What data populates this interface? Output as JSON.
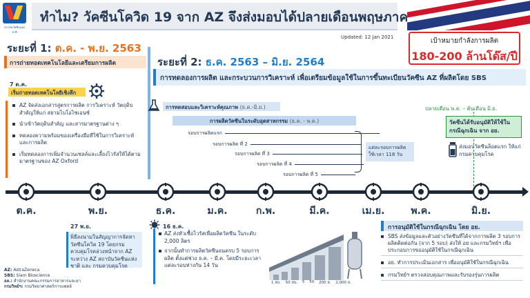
{
  "header": {
    "title_q": "ทำไม?",
    "title_rest": "วัคซีนโควิด 19 จาก AZ จึงส่งมอบได้ปลายเดือนพฤษภาคม 2564",
    "updated": "Updated: 12 Jan 2021",
    "logo_text": "สถาบันวัคซีนแห่งชาติ"
  },
  "target": {
    "label": "เป้าหมายกำลังการผลิต",
    "value": "180-200 ล้านโด๊ส/ปี"
  },
  "phase1": {
    "head_prefix": "ระยะที่ 1:",
    "head_period": "ต.ค. - พ.ย. 2563",
    "subtitle": "การถ่ายทอดเทคโนโลยีและเตรียมการผลิต",
    "oct_label": "7 ต.ค.",
    "oct_tag": "เริ่มถ่ายทอดเทคโนโลยีเชิงลึก",
    "items": [
      "AZ จัดส่งเอกสารสูตรการผลิต การวิเคราะห์ วัตถุดิบสำคัญให้แก่ สยามไบโอไซเอนซ์",
      "นำเข้าวัตถุดิบสำคัญ และสารมาตรฐานต่าง ๆ",
      "ทดลองความพร้อมของเครื่องมือที่ใช้ในการวิเคราะห์และการผลิต",
      "เริ่มทดลองการเพิ่มจำนวนเซลล์และเลี้ยงไวรัสให้ได้ตามมาตรฐานของ AZ Oxford"
    ]
  },
  "phase2": {
    "head_prefix": "ระยะที่ 2:",
    "head_period": "ธ.ค. 2563 – มิ.ย. 2564",
    "subtitle": "การทดลองการผลิต และกระบวนการวิเคราะห์ เพื่อเตรียมข้อมูลใช้ในการขึ้นทะเบียนวัคซีน AZ ที่ผลิตโดย SBS",
    "test_label": "การทดสอบและวิเคราะห์คุณภาพ",
    "test_period": "(ธ.ค.-มิ.ย.)",
    "industrial_label": "การผลิตวัคซีนในระดับอุตสาหกรรม",
    "industrial_period": "(ธ.ค. - พ.ค.)",
    "rounds": [
      "รอบการผลิตแรก",
      "รอบการผลิต ที่ 2",
      "รอบการผลิต ที่ 3",
      "รอบการผลิต ที่ 4",
      "รอบการผลิต ที่ 5"
    ],
    "round_note": "แต่ละรอบการผลิต ใช้เวลา 118 วัน"
  },
  "eua": {
    "when": "ปลายเดือน พ.ค. – ต้นเดือน มิ.ย.",
    "box": "วัคซีนได้รับอนุมัติให้ใช้ในกรณีฉุกเฉิน จาก อย.",
    "deliver": "ส่งมอบวัคซีนล็อตแรก ให้แก่กรมควบคุมโรค"
  },
  "timeline": {
    "months": [
      "ต.ค.",
      "พ.ย.",
      "ธ.ค.",
      "ม.ค.",
      "ก.พ.",
      "มี.ค.",
      "เม.ย.",
      "พ.ค.",
      "มิ.ย."
    ]
  },
  "nov27": {
    "label": "27 พ.ย.",
    "text": "พิธีลงนามในสัญญาการจัดหาวัคซีนโควิด 19 โดยกรมควบคุมโรคล่วงหน้าจาก AZ ระหว่าง AZ สถาบันวัคซีนแห่งชาติ และ กรมควบคุมโรค"
  },
  "abbreviations": [
    {
      "key": "AZ:",
      "value": "AstraZeneca"
    },
    {
      "key": "SBS:",
      "value": "Siam Bioscience"
    },
    {
      "key": "อย.:",
      "value": "สำนักงานคณะกรรมการอาหารและยา"
    },
    {
      "key": "กรมวิทย์ฯ:",
      "value": "กรมวิทยาศาสตร์การแพทย์"
    }
  ],
  "dec16": {
    "label": "16 ธ.ค.",
    "items": [
      "AZ ส่งหัวเชื้อไวรัสเพื่อผลิตวัคซีน ในระดับ 2,000 ลิตร",
      "จากนั้นทำการผลิตวัคซีนจนครบ 5 รอบการผลิต ตั้งแต่ช่วง ธ.ค. – มี.ค. โดยมีระยะเวลาแต่ละรอบห่างกัน 14 วัน"
    ]
  },
  "scale": {
    "title": "ขั้นตอนการขยายการผลิต",
    "ticks": [
      "1 ลบ.",
      "50 ลบ.",
      "5",
      "50",
      "200 ล.",
      "2,000 ล."
    ]
  },
  "fda": {
    "title": "การอนุมัติใช้ในกรณีฉุกเฉิน โดย อย.",
    "items": [
      "SBS ส่งข้อมูลและตัวอย่างวัคซีนที่ได้จากการผลิต 3 รอบการผลิตติดต่อกัน (จาก 5 รอบ) ส่งให้ อย และกรมวิทย์ฯ เพื่อประกอบการขออนุมัติใช้ในกรณีฉุกเฉิน",
      "อย. ทำการประเมินเอกสาร เพื่ออนุมัติใช้ในกรณีฉุกเฉิน",
      "กรมวิทย์ฯ ตรวจสอบคุณภาพและรับรองรุ่นการผลิต"
    ]
  },
  "colors": {
    "orange": "#e8711b",
    "blue": "#1f7ec6",
    "navy": "#233a57",
    "red": "#d82a2a",
    "green": "#2d8f3f"
  }
}
